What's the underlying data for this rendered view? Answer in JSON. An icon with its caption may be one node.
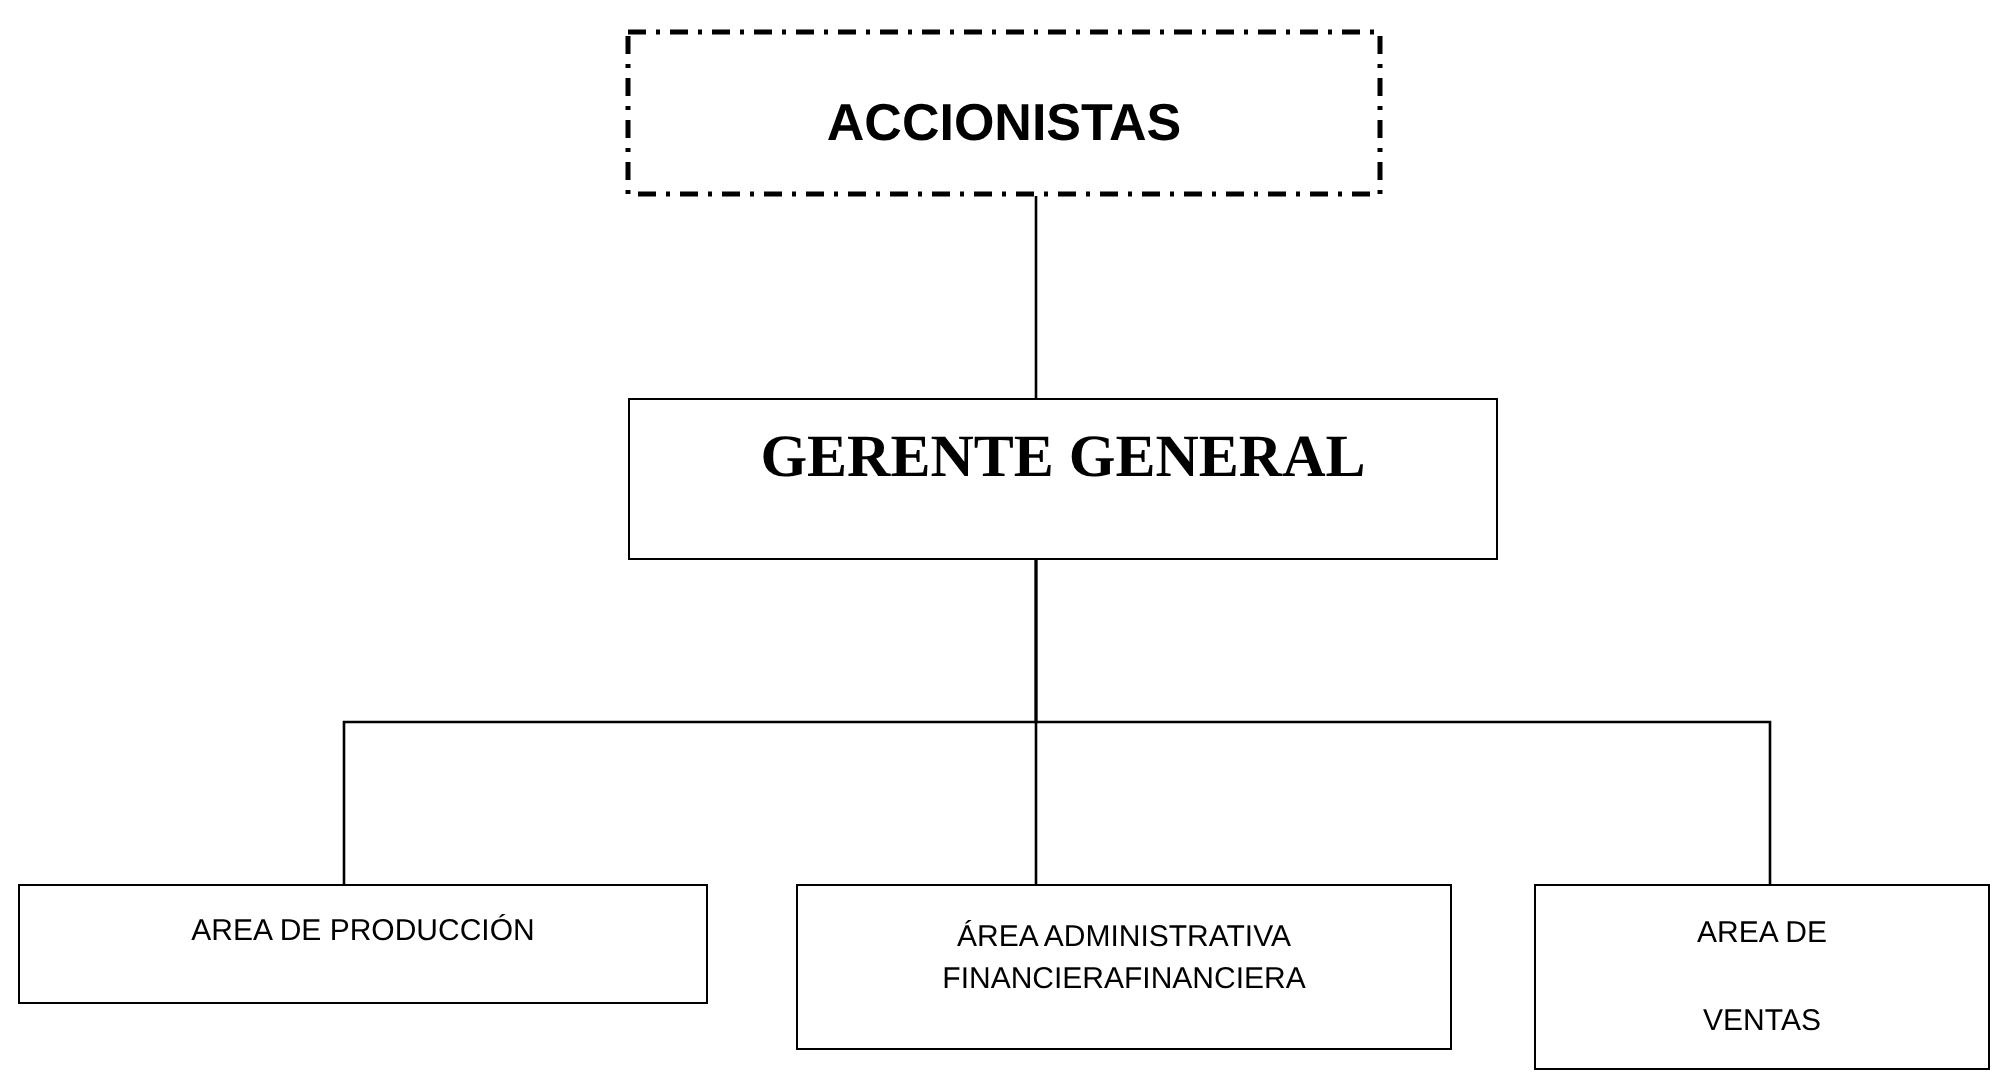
{
  "diagram": {
    "nodes": [
      {
        "text": [
          "ACCIONISTAS"
        ]
      },
      {
        "text": [
          "GERENTE GENERAL"
        ]
      },
      {
        "text": [
          "AREA DE PRODUCCIÓN"
        ]
      },
      {
        "text": [
          "ÁREA ADMINISTRATIVA FINANCIERAFINANCIERA"
        ]
      },
      {
        "text": [
          "AREA DE VENTAS"
        ]
      }
    ],
    "edges": [
      {
        "from": 0,
        "to": 1,
        "arrow": "none"
      },
      {
        "from": 1,
        "to": 2,
        "arrow": "none"
      },
      {
        "from": 1,
        "to": 3,
        "arrow": "none"
      },
      {
        "from": 1,
        "to": 4,
        "arrow": "none"
      }
    ]
  }
}
